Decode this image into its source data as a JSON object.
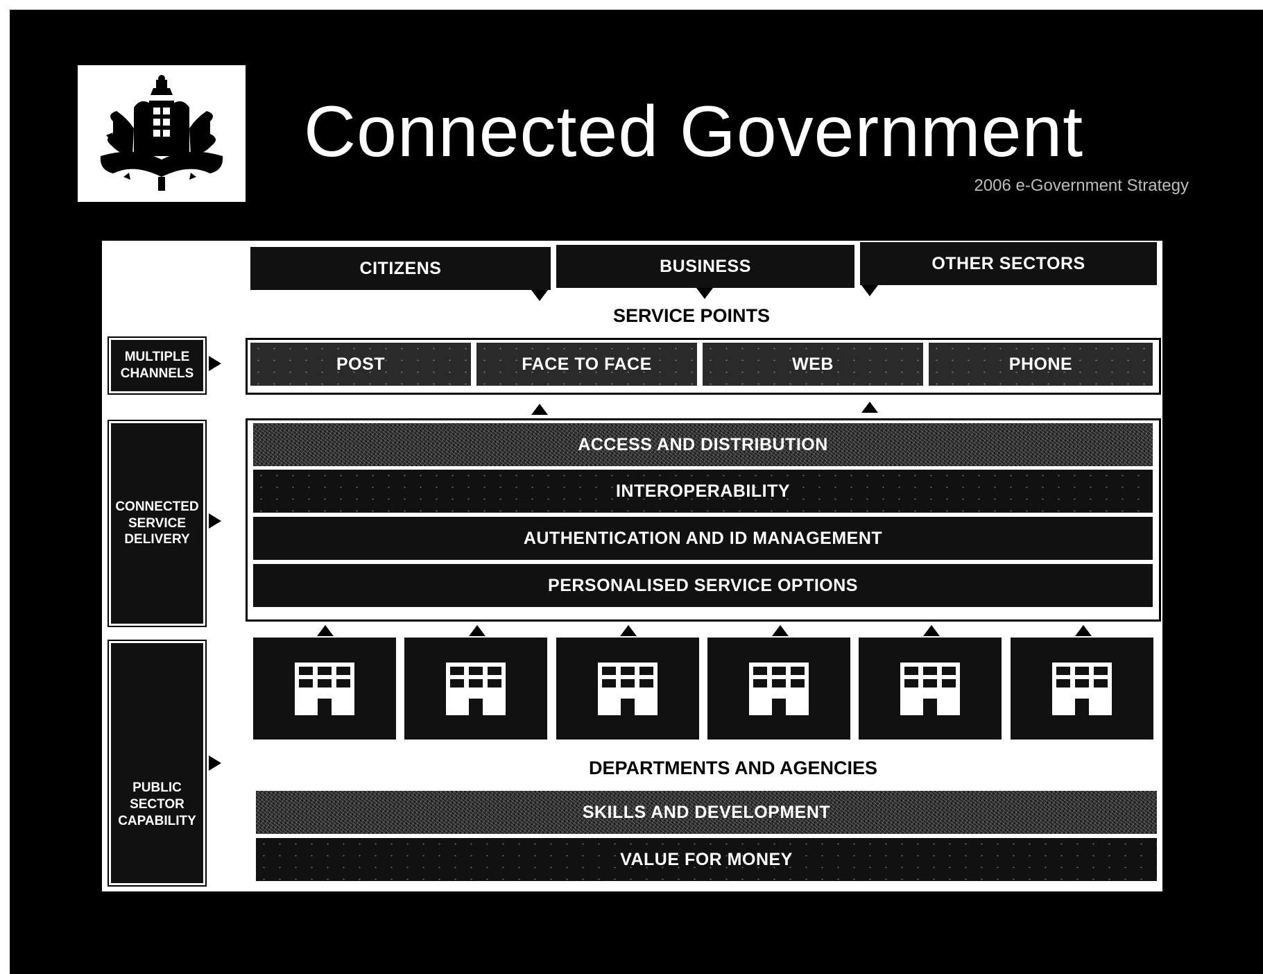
{
  "header": {
    "title": "Connected Government",
    "subtitle": "2006 e-Government Strategy",
    "logo_icon": "coat-of-arms-icon"
  },
  "stakeholders": [
    "CITIZENS",
    "BUSINESS",
    "OTHER SECTORS"
  ],
  "service_points_label": "SERVICE POINTS",
  "sidebar": {
    "multiple_channels": [
      "MULTIPLE",
      "CHANNELS"
    ],
    "connected_service_delivery": [
      "CONNECTED",
      "SERVICE",
      "DELIVERY"
    ],
    "public_sector_capability": [
      "PUBLIC",
      "SECTOR",
      "CAPABILITY"
    ]
  },
  "channels": [
    "POST",
    "FACE TO FACE",
    "WEB",
    "PHONE"
  ],
  "service_delivery_layers": [
    "ACCESS AND DISTRIBUTION",
    "INTEROPERABILITY",
    "AUTHENTICATION AND ID MANAGEMENT",
    "PERSONALISED SERVICE OPTIONS"
  ],
  "departments_icon": "building-icon",
  "departments_label": "DEPARTMENTS AND AGENCIES",
  "capability_layers": [
    "SKILLS AND DEVELOPMENT",
    "VALUE FOR MONEY"
  ]
}
